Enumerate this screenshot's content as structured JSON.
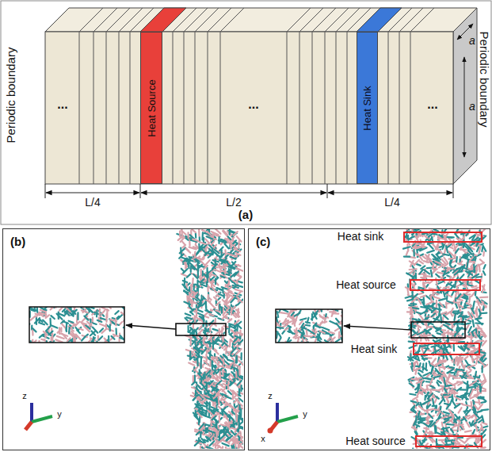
{
  "diagram": {
    "nodes": [
      {
        "text": [
          "Heat Source"
        ]
      },
      {
        "text": [
          "Heat Sink"
        ]
      },
      {
        "text": [
          "(b)"
        ]
      },
      {
        "text": [
          "(c)"
        ]
      }
    ],
    "labels": [
      "Periodic boundary",
      "Periodic boundary",
      "a",
      "a",
      "L/4",
      "L/2",
      "L/4",
      "(a)",
      "...",
      "...",
      "...",
      "Heat sink",
      "Heat source",
      "Heat sink",
      "Heat source",
      "z",
      "y",
      "z",
      "y",
      "x"
    ]
  }
}
